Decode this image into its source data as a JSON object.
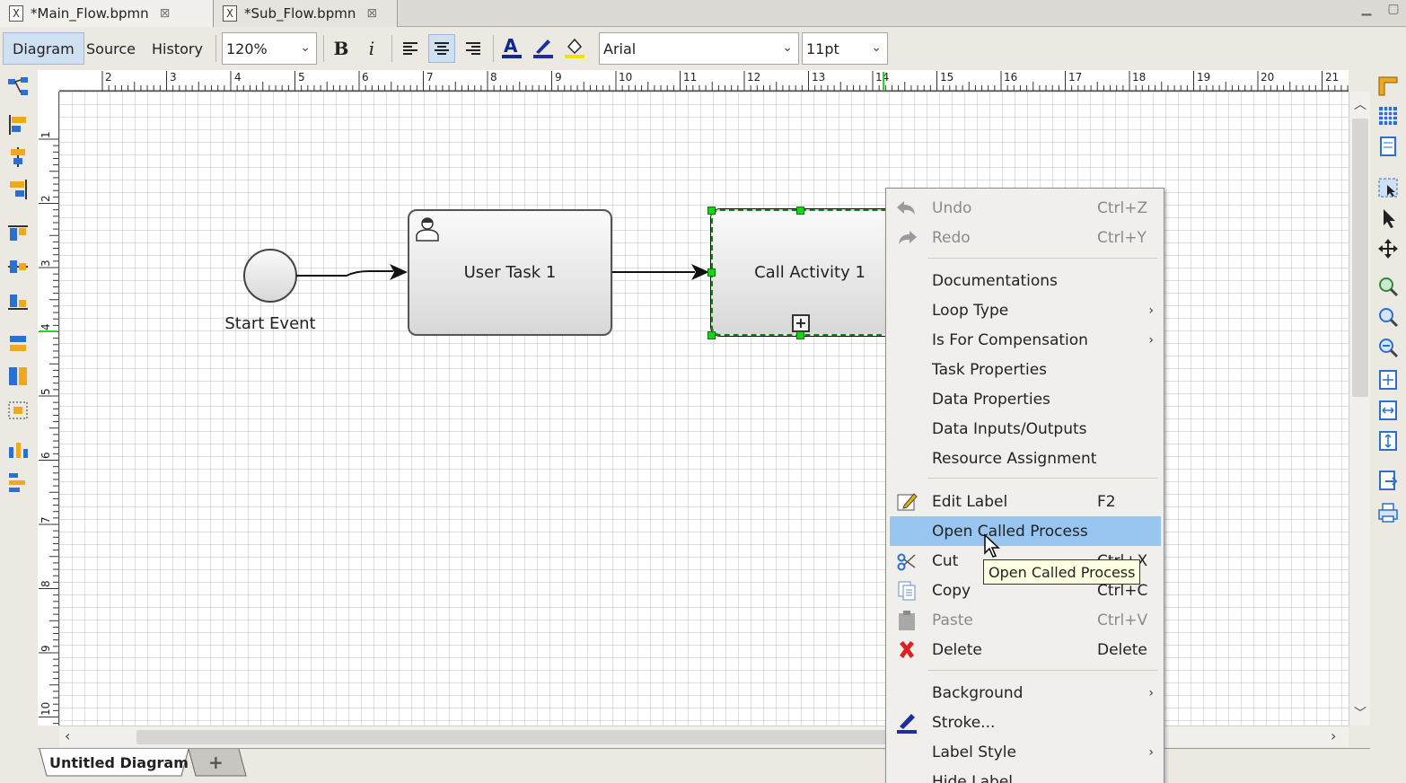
{
  "file_tabs": [
    {
      "name": "*Main_Flow.bpmn",
      "active": true
    },
    {
      "name": "*Sub_Flow.bpmn",
      "active": false
    }
  ],
  "toolbar": {
    "modes": [
      "Diagram",
      "Source",
      "History"
    ],
    "zoom": "120%",
    "font_name": "Arial",
    "font_size": "11pt"
  },
  "ruler": {
    "top_labels": [
      "2",
      "3",
      "4",
      "5",
      "6",
      "7",
      "8",
      "9",
      "10",
      "11",
      "12",
      "13",
      "14",
      "15",
      "16",
      "17",
      "18",
      "19",
      "20",
      "21"
    ],
    "left_labels": [
      "1",
      "2",
      "3",
      "4",
      "5",
      "6",
      "7",
      "8",
      "9",
      "10"
    ]
  },
  "diagram": {
    "start_event_label": "Start Event",
    "user_task_label": "User Task 1",
    "call_activity_label": "Call Activity 1"
  },
  "context_menu": {
    "undo": {
      "label": "Undo",
      "shortcut": "Ctrl+Z"
    },
    "redo": {
      "label": "Redo",
      "shortcut": "Ctrl+Y"
    },
    "documentations": "Documentations",
    "loop_type": "Loop Type",
    "is_for_compensation": "Is For Compensation",
    "task_properties": "Task Properties",
    "data_properties": "Data Properties",
    "data_io": "Data Inputs/Outputs",
    "resource_assignment": "Resource Assignment",
    "edit_label": {
      "label": "Edit Label",
      "shortcut": "F2"
    },
    "open_called_process": "Open Called Process",
    "cut": {
      "label": "Cut",
      "shortcut": "Ctrl+X"
    },
    "copy": {
      "label": "Copy",
      "shortcut": "Ctrl+C"
    },
    "paste": {
      "label": "Paste",
      "shortcut": "Ctrl+V"
    },
    "delete": {
      "label": "Delete",
      "shortcut": "Delete"
    },
    "background": "Background",
    "stroke": "Stroke...",
    "label_style": "Label Style",
    "hide_label": "Hide Label"
  },
  "tooltip": "Open Called Process",
  "diagram_tabs": {
    "active": "Untitled Diagram",
    "add": "+"
  },
  "colors": {
    "highlight": "#98c6f0",
    "selection_handle": "#14d614",
    "toolbar_selected": "#cfe0f3"
  }
}
